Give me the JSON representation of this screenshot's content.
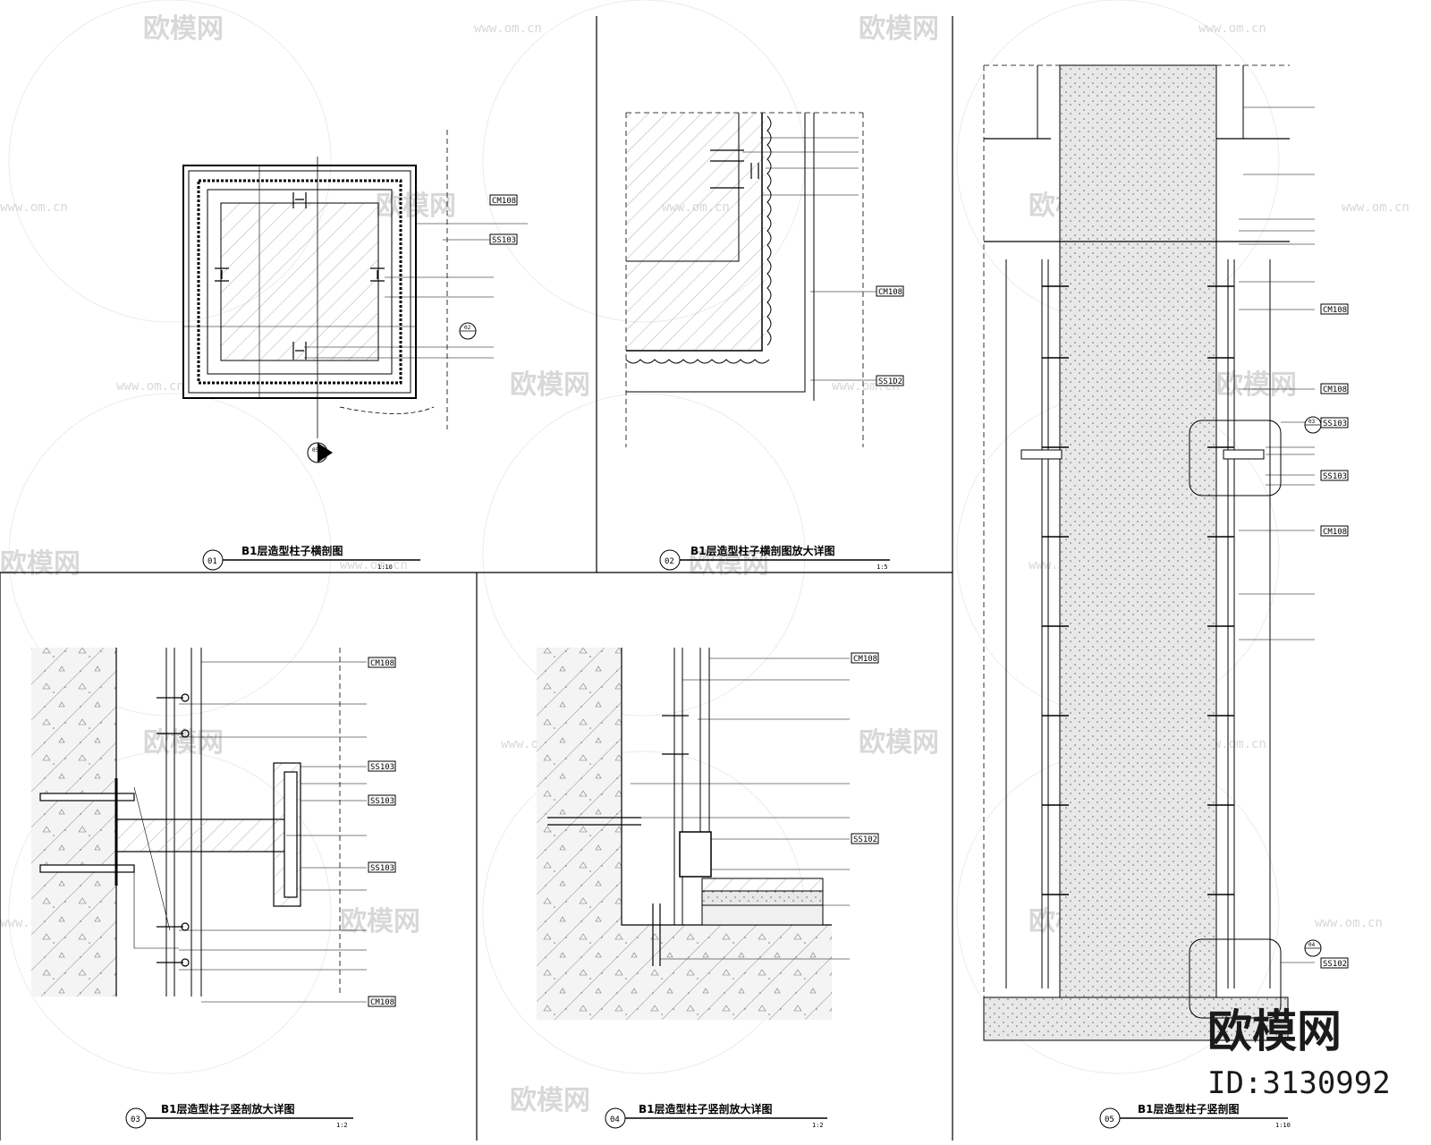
{
  "watermark": {
    "text": "欧模网",
    "url": "www.om.cn"
  },
  "brand": {
    "name": "欧模网",
    "id": "ID:3130992"
  },
  "panels": [
    {
      "num": "01",
      "title": "B1层造型柱子横剖图",
      "scale": "1:10"
    },
    {
      "num": "02",
      "title": "B1层造型柱子横剖图放大详图",
      "scale": "1:5"
    },
    {
      "num": "03",
      "title": "B1层造型柱子竖剖放大详图",
      "scale": "1:2"
    },
    {
      "num": "04",
      "title": "B1层造型柱子竖剖放大详图",
      "scale": "1:2"
    },
    {
      "num": "05",
      "title": "B1层造型柱子竖剖图",
      "scale": "1:10"
    }
  ],
  "callouts": {
    "p1": "02",
    "p1b": "05",
    "p5a": "03",
    "p5b": "04"
  },
  "tags": {
    "cm": "CM108",
    "ss03": "SS103",
    "ss02": "SS102",
    "ss02b": "SS1D2"
  }
}
